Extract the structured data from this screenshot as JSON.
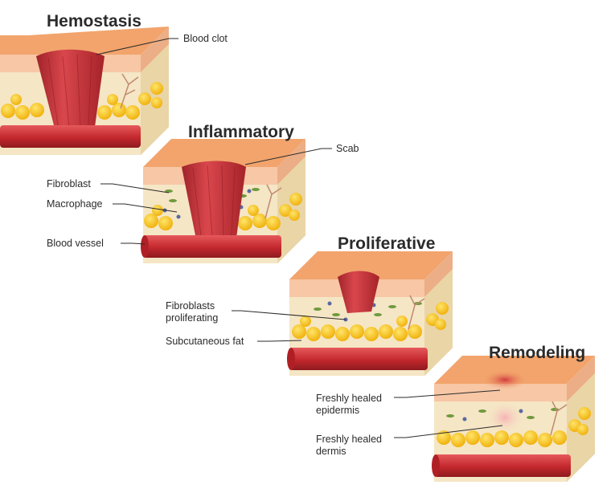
{
  "stages": [
    {
      "title": "Hemostasis"
    },
    {
      "title": "Inflammatory"
    },
    {
      "title": "Proliferative"
    },
    {
      "title": "Remodeling"
    }
  ],
  "labels": {
    "blood_clot": "Blood clot",
    "scab": "Scab",
    "fibroblast": "Fibroblast",
    "macrophage": "Macrophage",
    "blood_vessel": "Blood vessel",
    "fibroblasts_proliferating": [
      "Fibroblasts",
      "proliferating"
    ],
    "subcutaneous_fat": "Subcutaneous fat",
    "freshly_healed_epidermis": [
      "Freshly healed",
      "epidermis"
    ],
    "freshly_healed_dermis": [
      "Freshly healed",
      "dermis"
    ]
  },
  "colors": {
    "skin_top": "#f2a46c",
    "epidermis": "#f7c7a6",
    "dermis": "#f5e6c5",
    "fat": "#f6c21c",
    "clot": "#c8343a",
    "vessel": "#c73438",
    "base": "#c9a56e"
  }
}
